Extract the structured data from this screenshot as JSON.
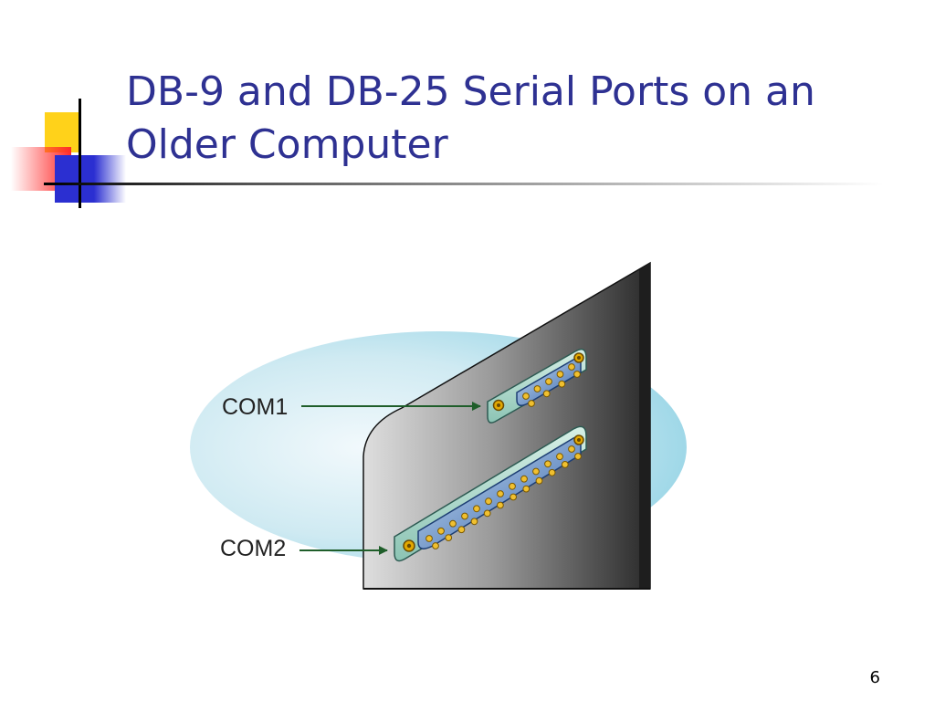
{
  "slide": {
    "title": "DB-9 and DB-25 Serial Ports on an Older Computer",
    "page_number": "6"
  },
  "diagram": {
    "labels": {
      "com1": "COM1",
      "com2": "COM2"
    },
    "colors": {
      "title": "#2e3192",
      "arrow": "#1f5e2a",
      "panel_dark": "#2b2b2b",
      "panel_light": "#d9d9d9",
      "ellipse": "#c8e8f0",
      "connector_shell": "#a9d6c8",
      "connector_blue": "#3f6fb5",
      "pin": "#e0b020"
    },
    "icons": [
      "db9-port-icon",
      "db25-port-icon"
    ]
  }
}
